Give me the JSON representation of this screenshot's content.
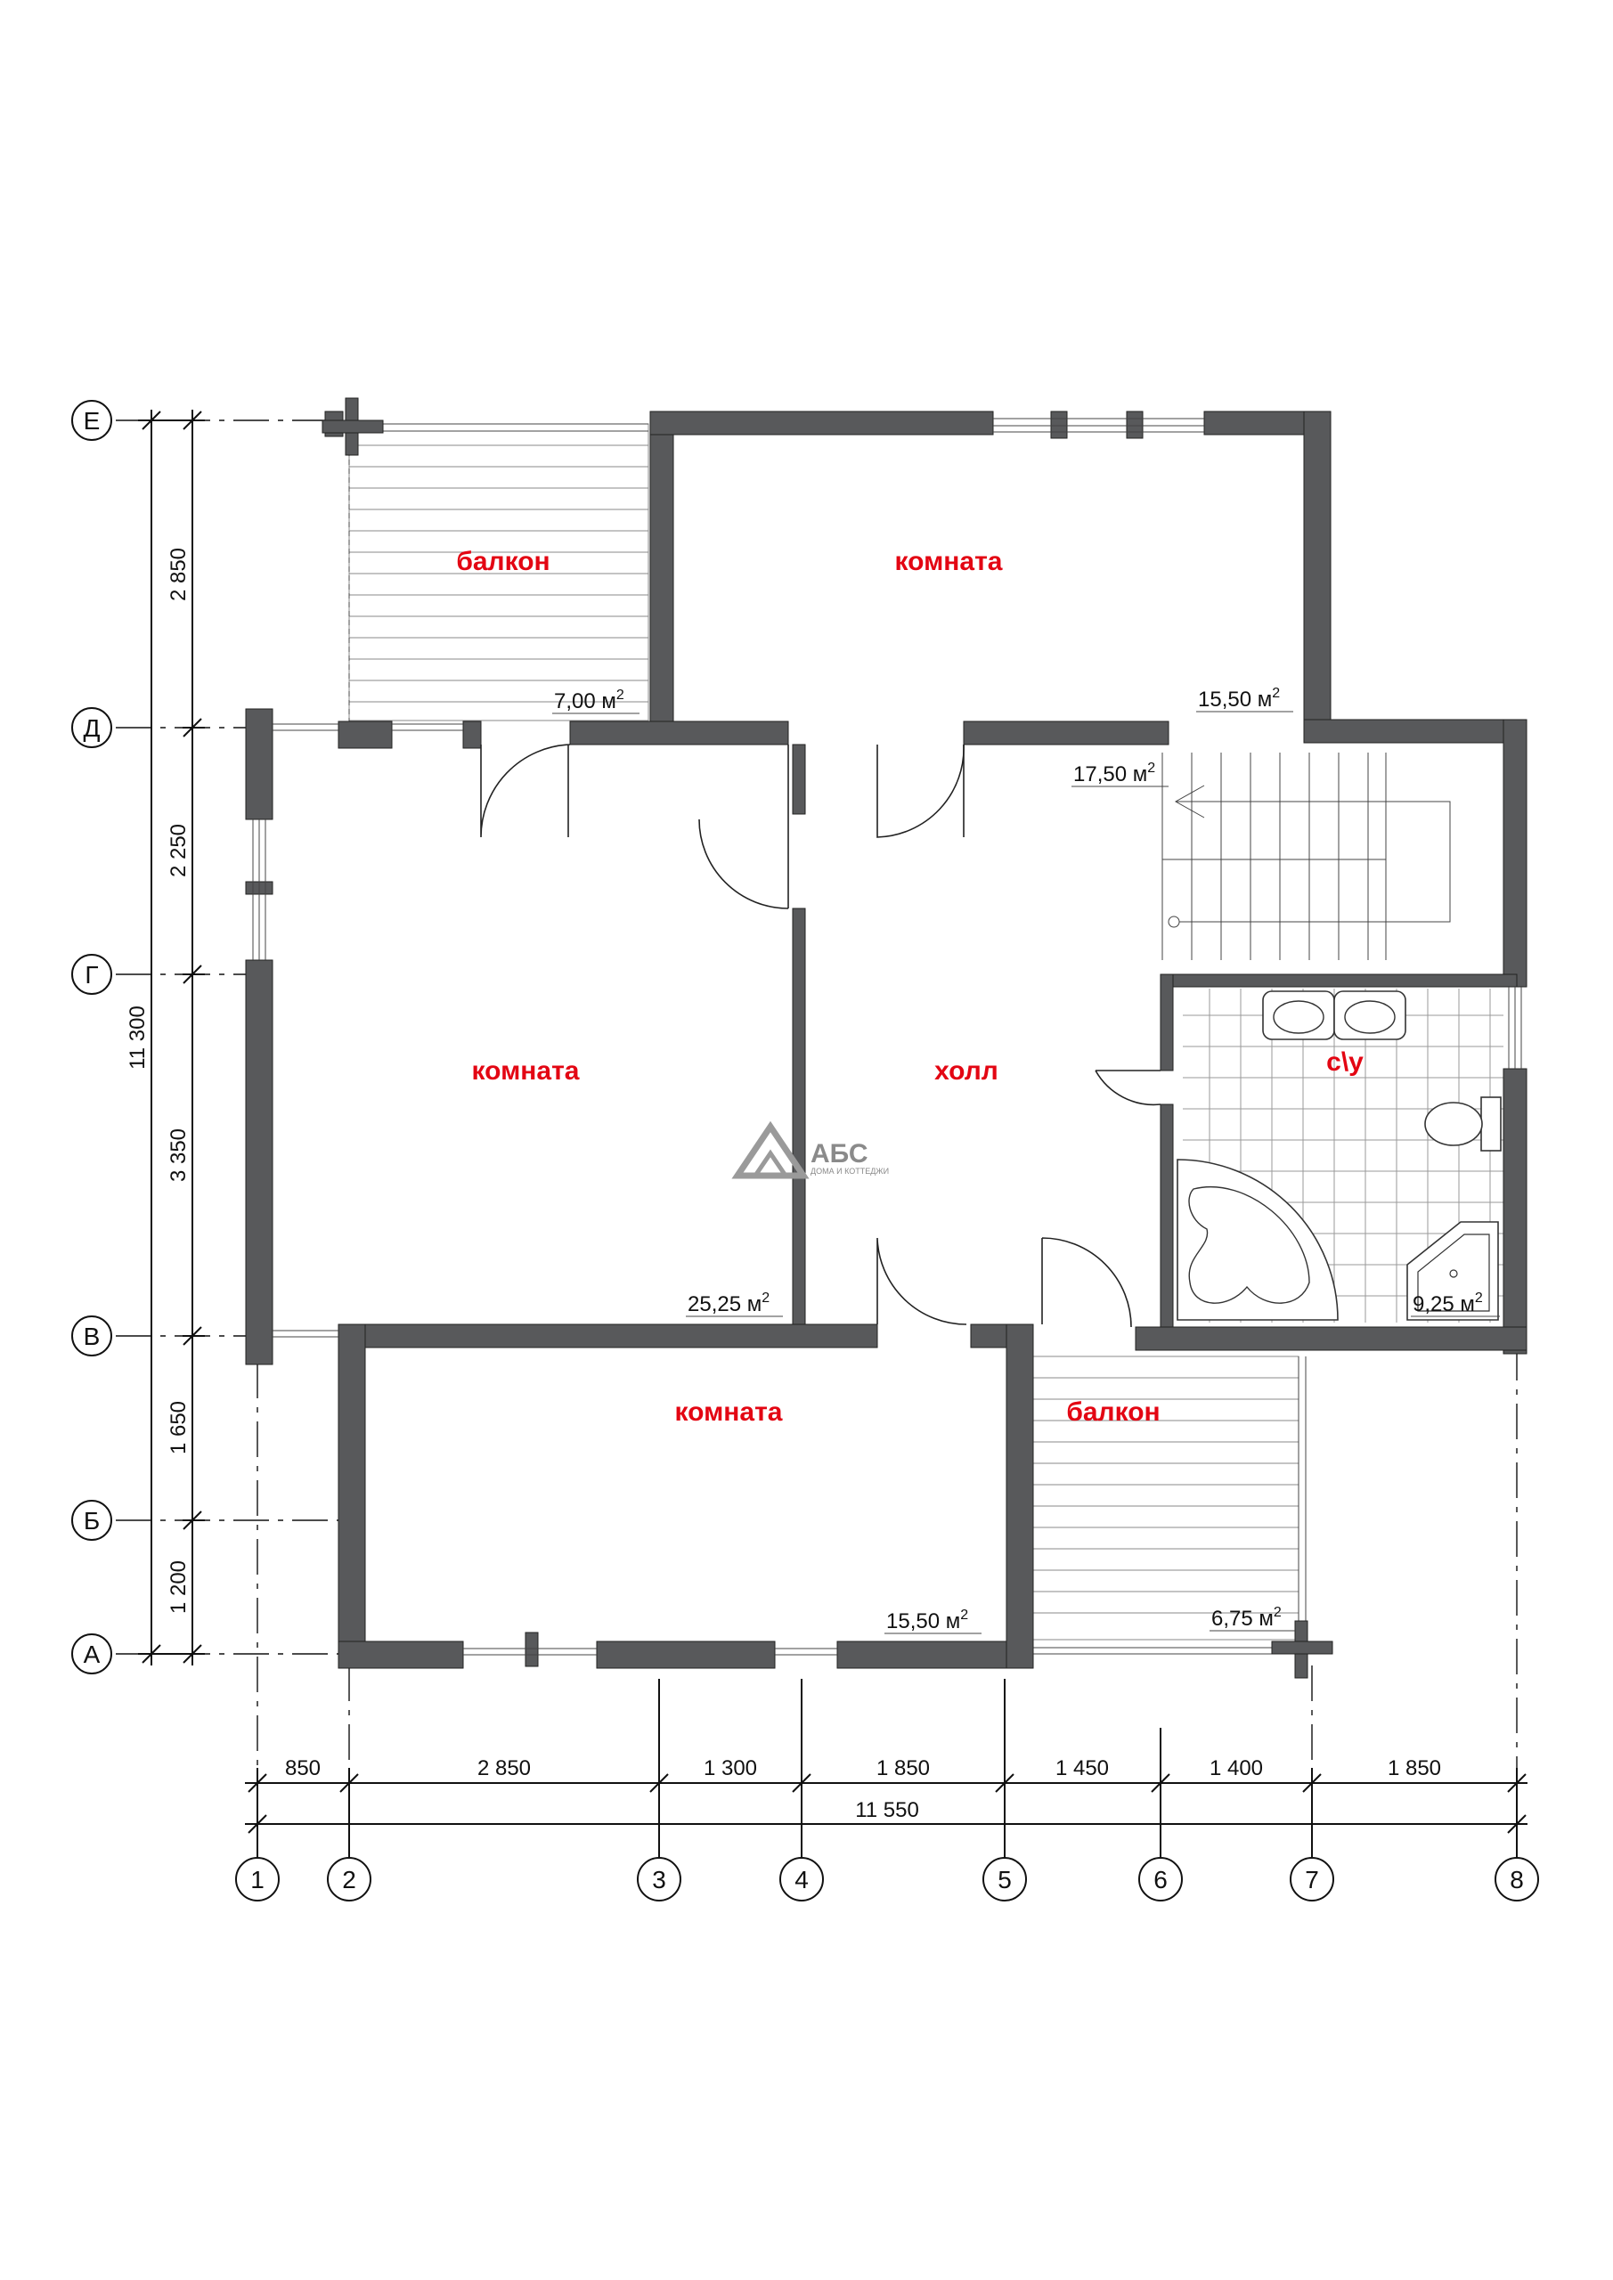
{
  "rooms": {
    "balcony_top": {
      "name": "балкон",
      "area": "7,00 м",
      "sup": "2"
    },
    "room_top": {
      "name": "комната",
      "area": "15,50 м",
      "sup": "2"
    },
    "room_left": {
      "name": "комната",
      "area": "25,25 м",
      "sup": "2"
    },
    "hall": {
      "name": "холл",
      "area": "17,50 м",
      "sup": "2"
    },
    "bathroom": {
      "name": "с\\у",
      "area": "9,25 м",
      "sup": "2"
    },
    "room_bottom": {
      "name": "комната",
      "area": "15,50 м",
      "sup": "2"
    },
    "balcony_bottom": {
      "name": "балкон",
      "area": "6,75 м",
      "sup": "2"
    }
  },
  "axes": {
    "letters": [
      "Е",
      "Д",
      "Г",
      "В",
      "Б",
      "А"
    ],
    "numbers": [
      "1",
      "2",
      "3",
      "4",
      "5",
      "6",
      "7",
      "8"
    ]
  },
  "dimensions": {
    "vertical_segments": [
      "2 850",
      "2 250",
      "3 350",
      "1 650",
      "1 200"
    ],
    "vertical_total": "11 300",
    "horizontal_segments": [
      "850",
      "2 850",
      "1 300",
      "1 850",
      "1 450",
      "1 400",
      "1 850"
    ],
    "horizontal_total": "11 550"
  },
  "logo": {
    "main": "АБС",
    "sub": "ДОМА И КОТТЕДЖИ"
  },
  "colors": {
    "wall": "#58595b",
    "label": "#e30613",
    "line": "#111111"
  }
}
